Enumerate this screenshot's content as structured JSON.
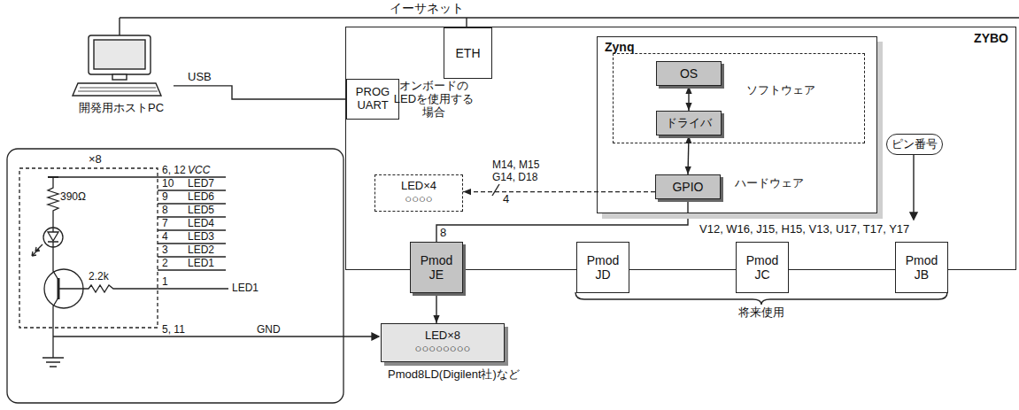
{
  "diagram": {
    "nodes": [
      {
        "text": [
          "ZYBO"
        ]
      },
      {
        "text": [
          "ETH"
        ],
        "in": 0
      },
      {
        "text": [
          "PROG UART"
        ],
        "in": 0
      },
      {
        "text": [
          "Zynq"
        ],
        "in": 0
      },
      {
        "text": [
          "ソフトウェア"
        ],
        "in": 3
      },
      {
        "text": [
          "OS"
        ],
        "in": 4
      },
      {
        "text": [
          "ドライバ"
        ],
        "in": 4
      },
      {
        "text": [
          "GPIO"
        ],
        "in": 3
      },
      {
        "text": [
          "LED×4",
          "○○○○"
        ],
        "in": 0
      },
      {
        "text": [
          "Pmod JE"
        ],
        "in": 0
      },
      {
        "text": [
          "Pmod JD"
        ],
        "in": 0
      },
      {
        "text": [
          "Pmod JC"
        ],
        "in": 0
      },
      {
        "text": [
          "Pmod JB"
        ],
        "in": 0
      },
      {
        "text": [
          "開発用ホストPC"
        ]
      },
      {
        "text": [
          "LED×8",
          "○○○○○○○○"
        ]
      },
      {
        "text": [
          "ピン番号"
        ],
        "in": 0
      }
    ],
    "edges": [
      {
        "from": 5,
        "to": 6,
        "arrow": "both"
      },
      {
        "from": 6,
        "to": 7,
        "arrow": "both"
      },
      {
        "from": 7,
        "to": 8,
        "arrow": "to",
        "label": "4"
      },
      {
        "from": 7,
        "to": 9,
        "arrow": "none",
        "label": "8"
      },
      {
        "from": 9,
        "to": 14,
        "arrow": "to"
      },
      {
        "from": 13,
        "to": 2,
        "arrow": "none",
        "label": "USB"
      }
    ],
    "labels": [
      "イーサネット",
      "オンボードのLEDを使用する場合",
      "M14, M15",
      "G14, D18",
      "ハードウェア",
      "V12, W16, J15, H15, V13, U17, T17, Y17",
      "将来使用",
      "Pmod8LD(Digilent社)など",
      "×8",
      "390Ω",
      "2.2k",
      "6, 12",
      "VCC",
      "10",
      "LED7",
      "9",
      "LED6",
      "8",
      "LED5",
      "7",
      "LED4",
      "4",
      "LED3",
      "3",
      "LED2",
      "2",
      "LED1",
      "1",
      "LED1",
      "5, 11",
      "GND"
    ]
  }
}
